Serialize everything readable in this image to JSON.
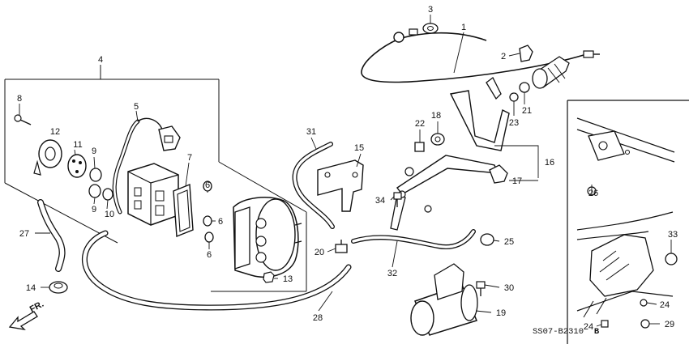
{
  "diagram": {
    "callouts": [
      {
        "id": "c1",
        "label": "1"
      },
      {
        "id": "c2",
        "label": "2"
      },
      {
        "id": "c3",
        "label": "3"
      },
      {
        "id": "c4",
        "label": "4"
      },
      {
        "id": "c5",
        "label": "5"
      },
      {
        "id": "c6a",
        "label": "6"
      },
      {
        "id": "c6b",
        "label": "6"
      },
      {
        "id": "c6c",
        "label": "6"
      },
      {
        "id": "c7",
        "label": "7"
      },
      {
        "id": "c8",
        "label": "8"
      },
      {
        "id": "c9a",
        "label": "9"
      },
      {
        "id": "c9b",
        "label": "9"
      },
      {
        "id": "c10",
        "label": "10"
      },
      {
        "id": "c11",
        "label": "11"
      },
      {
        "id": "c12",
        "label": "12"
      },
      {
        "id": "c13",
        "label": "13"
      },
      {
        "id": "c14",
        "label": "14"
      },
      {
        "id": "c15",
        "label": "15"
      },
      {
        "id": "c16",
        "label": "16"
      },
      {
        "id": "c17",
        "label": "17"
      },
      {
        "id": "c18",
        "label": "18"
      },
      {
        "id": "c19",
        "label": "19"
      },
      {
        "id": "c20",
        "label": "20"
      },
      {
        "id": "c21",
        "label": "21"
      },
      {
        "id": "c22",
        "label": "22"
      },
      {
        "id": "c23",
        "label": "23"
      },
      {
        "id": "c24a",
        "label": "24"
      },
      {
        "id": "c24b",
        "label": "24"
      },
      {
        "id": "c25",
        "label": "25"
      },
      {
        "id": "c26",
        "label": "26"
      },
      {
        "id": "c27",
        "label": "27"
      },
      {
        "id": "c28",
        "label": "28"
      },
      {
        "id": "c29",
        "label": "29"
      },
      {
        "id": "c30",
        "label": "30"
      },
      {
        "id": "c31",
        "label": "31"
      },
      {
        "id": "c32",
        "label": "32"
      },
      {
        "id": "c33",
        "label": "33"
      },
      {
        "id": "c34",
        "label": "34"
      }
    ],
    "front_indicator": "FR.",
    "diagram_code": "SS07-B2310",
    "diagram_code_suffix": "B"
  }
}
